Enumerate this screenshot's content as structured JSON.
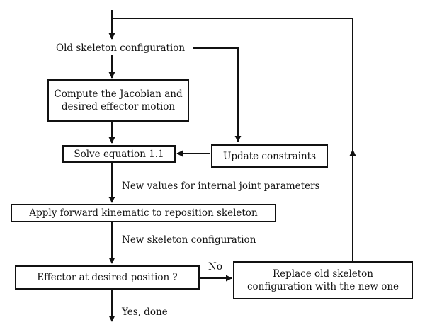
{
  "diagram": {
    "start_label": "Old skeleton configuration",
    "nodes": {
      "jacobian": "Compute the Jacobian and desired effector motion",
      "solve": "Solve equation 1.1",
      "update": "Update constraints",
      "apply": "Apply forward kinematic to reposition skeleton",
      "effector": "Effector at desired position ?",
      "replace": "Replace old skeleton configuration with the new one"
    },
    "edge_labels": {
      "new_values": "New values for internal joint parameters",
      "new_config": "New skeleton configuration",
      "no": "No",
      "yes": "Yes, done"
    }
  }
}
